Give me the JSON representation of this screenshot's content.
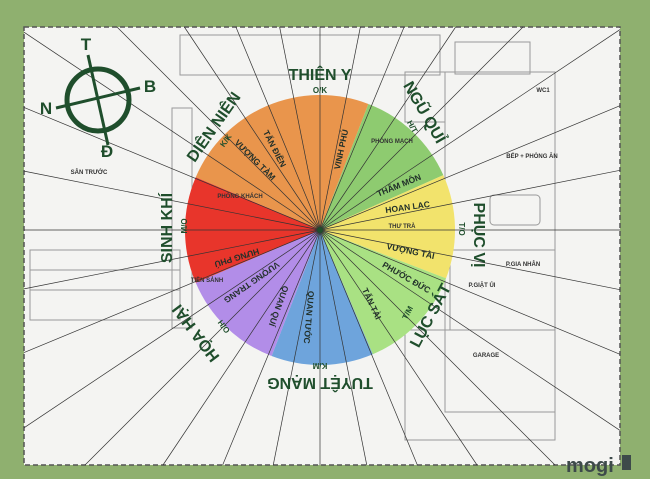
{
  "colors": {
    "background": "#8fb06f",
    "red": "#e8352b",
    "orange": "#e9954c",
    "green": "#8ecb70",
    "yellow": "#f2e36c",
    "light_green": "#a9e183",
    "blue": "#6ea4dc",
    "purple": "#b28de8",
    "text": "#1f4e2c"
  },
  "compass": {
    "north": "B",
    "south": "N",
    "east": "Đ",
    "west": "T"
  },
  "directions": {
    "thien_y": {
      "name": "THIÊN Y",
      "code": "O/K"
    },
    "dien_nien": {
      "name": "DIÊN NIÊN",
      "code": "K/K"
    },
    "ngu_qui": {
      "name": "NGŨ QUỈ",
      "code": "H/T"
    },
    "phuc_vi": {
      "name": "PHỤC VỊ",
      "code": "T/O"
    },
    "luc_sat": {
      "name": "LỤC SÁT",
      "code": "T/M"
    },
    "tuyet_mang": {
      "name": "TUYỆT MẠNG",
      "code": "K/M"
    },
    "hoa_hai": {
      "name": "HỌA HẠI",
      "code": "O/H"
    },
    "sinh_khi": {
      "name": "SINH KHÍ",
      "code": "M/O"
    }
  },
  "sectors": {
    "tan_dien": "TẤN ĐIỀN",
    "vuong_tam": "VƯỢNG TÀM",
    "vinh_phu": "VINH PHÚ",
    "tham_mon": "THẨM MÔN",
    "hoan_lac": "HOAN LẠC",
    "vuong_tai": "VƯỢNG TÀI",
    "phuoc_duc": "PHƯỚC ĐỨC",
    "tan_tai": "TẤN TÀI",
    "quan_tuoc": "QUAN TƯỚC",
    "quan_qui": "QUAN QUÍ",
    "vuong_trang": "VƯỢNG TRANG",
    "hung_phu": "HƯNG PHÚ"
  },
  "rooms": {
    "phong_mach": "PHÒNG MẠCH",
    "phong_khach": "PHÒNG KHÁCH",
    "thu_tra": "THƯ TRÀ",
    "tien_sanh": "TIỀN SẢNH",
    "san_truoc": "SÂN TRƯỚC",
    "wc1": "WC1",
    "bep": "BẾP + PHÒNG ĂN",
    "gia_nhan": "P.GIA NHÂN",
    "giat_ui": "P.GIẶT ỦI",
    "garage": "GARAGE"
  },
  "logo": "mogi"
}
